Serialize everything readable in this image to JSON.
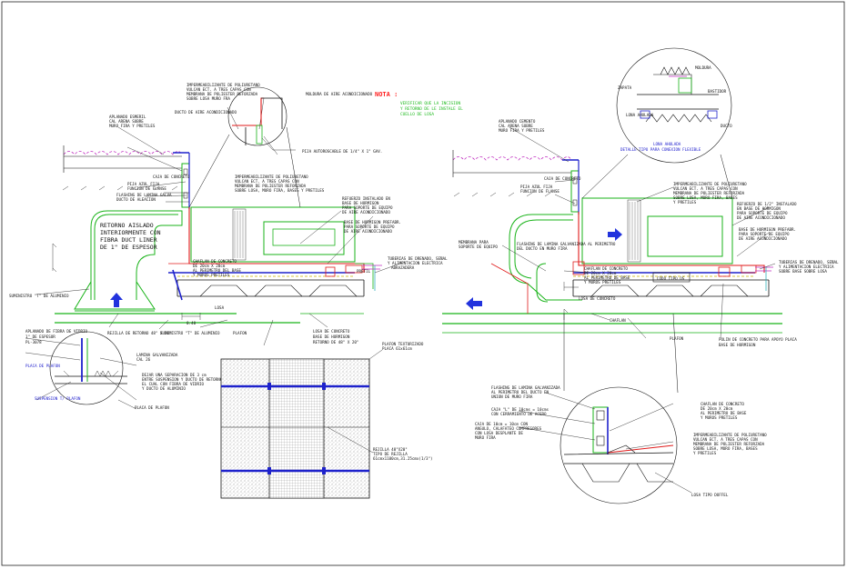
{
  "nota": {
    "title": "NOTA :",
    "lines": [
      "VERIFICAR QUE LA INCISION",
      "Y RETORNO DE LE INSTALE EL",
      "CUELLO DE LOSA"
    ]
  },
  "left_detail": {
    "labels": [
      "IMPERMEABILIZANTE DE POLIURETANO",
      "VULCAN ECT. A TRES CAPAS CON",
      "MEMBRANA DE POLIESTER REFORZADA",
      "SOBRE LOSA MURO FRA",
      "MOLDURA DE AIRE ACONDICIONADO",
      "APLANADO ESMERIL",
      "CAL ARENA SOBRE",
      "MURO FIRA Y PRETILES",
      "DUCTO DE AIRE ACONDICIONADO",
      "PIJA AUTOROSCABLE DE 1/4\" X 1\" GAV.",
      "IMPERMEABILIZANTE DE POLIURETANO",
      "VULCAN ECT. A TRES CAPAS CON",
      "MEMBRANA DE POLIESTER REFORZADA",
      "SOBRE LOSA, MURO FIRA, BASES Y PRETILES",
      "CAJA DE CONCRETO",
      "PIJA AZUL FIJA",
      "FUNCION DE FLANSE",
      "FLASHING DE LAMINA GALVA",
      "DUCTO DE ALEACION",
      "RETORNO AISLADO",
      "INTERIORMENTE CON",
      "FIBRA DUCT LINER",
      "DE 1\" DE ESPESOR",
      "REFUERZO INSTALADO EN",
      "BASE DE HORMIGON",
      "PARA SOPORTE DE EQUIPO",
      "DE AIRE ACONDICIONADO",
      "BASE DE HORMIGON PREFABR.",
      "PARA SOPORTE DE EQUIPO",
      "DE AIRE ACONDICIONADO",
      "TUBERIAS DE DRENADO, SEÑAL",
      "Y ALIMENTACION ELECTRICA",
      "CHAFLAN DE CONCRETO",
      "DE 20cm X 20cm",
      "AL PERIMETRO DEL BASE",
      "Y MUROS PRETILES",
      "SUMINISTRO \"T\" DE ALUMINIO",
      "PRETIL",
      "ABRAZADERA",
      "LOSA",
      "REJILLA DE RETORNO 48\" X 20\"",
      "SUMINISTRO \"T\" DE ALUMINIO",
      "PLAFON",
      "LOSA DE CONCRETO",
      "BASE DE HORMIGON",
      "RETORNO DE 48\" X 20\"",
      "APLANADO DE FIBRA DE VIDRIO",
      "1\" DE ESPESOR",
      "PL-3078",
      "LAMINA GALVANIZADA",
      "CAL 26",
      "DEJAR UNA SEPARACION DE 3 cm",
      "ENTRE SUSPENSION Y DUCTO DE RETORNO",
      "EL CUAL CON FIBRA DE VIDRIO",
      "Y DUCTO DE ALUMINIO",
      "PLACA DE PLAFON",
      "SUSPENSION T/ PLAFON",
      "PLACA DE PLAFON"
    ]
  },
  "plafon_panel": {
    "title_lines": [
      "PLAFON TEXTURIZADO",
      "PLACA 61x61cm"
    ],
    "grid_lines": [
      "REJILLA 48\"X20\"",
      "TIPO DE REJILLA",
      "61cmx1100cm,31.25cmx(1/3\")"
    ]
  },
  "right_detail": {
    "labels": [
      "APLANADO CEMENTO",
      "CAL ARENA SOBRE",
      "MURO FIRA Y PRETILES",
      "CAJA DE CONCRETO",
      "PIJA AZUL FIJA",
      "FUNCION DE FLANSE",
      "IMPERMEABILIZANTE DE POLIURETANO",
      "VULCAN ECT. A TRES CAPAS CON",
      "MEMBRANA DE POLIESTER REFORZADA",
      "SOBRE LOSA, MURO FIRA, BASES",
      "Y PRETILES",
      "REFUERZO DE 1/2\" INSTALADO",
      "EN BASE DE HORMIGON",
      "PARA SOPORTE DE EQUIPO",
      "DE AIRE ACONDICIONADO",
      "BASE DE HORMIGON PREFABR.",
      "PARA SOPORTE DE EQUIPO",
      "DE AIRE ACONDICIONADO",
      "TUBERIAS DE DRENADO, SEÑAL",
      "Y ALIMENTACION ELECTRICA",
      "SOBRE BASE SOBRE LOSA",
      "FLASHING DE LAMINA GALVANIZADA AL PERIMETRO",
      "DEL DUCTO EN MURO FIRA",
      "MEMBRANA PARA",
      "SOPORTE DE EQUIPO",
      "CHAFLAN DE CONCRETO",
      "DE 20cm X 20cm",
      "AL PERIMETRO DE BASE",
      "Y MUROS PRETILES",
      "CODO TIPO OS",
      "LOSA DE CONCRETO",
      "CHAFLAN",
      "PLAFON",
      "POLIN DE CONCRETO PARA APOYO PLACA",
      "BASE DE HORMIGON"
    ],
    "flex_detail": {
      "caption_lines": [
        "LONA AHULADA",
        "DETALLE TIPO PARA CONEXION FLEXIBLE"
      ],
      "labels": [
        "ZAPATA",
        "MOLDURA",
        "LONA AHULADA",
        "BASTIDOR",
        "DUCTO"
      ]
    },
    "bottom_zoom": {
      "labels": [
        "FLASHING DE LAMINA GALVANIZADA",
        "AL PERIMETRO DEL DUCTO EN",
        "UNION DE MURO FIRA",
        "CAJA \"L\" DE 10cms = 10cms",
        "CON CERRAMIENTO DE ACERO",
        "CAJA DE 10cm = 10cm CON",
        "ANGULO, CALAFATEO COMPRESORES",
        "CON LOSA DESPLANTE DE",
        "MURO FIRA",
        "CHAFLAN DE CONCRETO",
        "DE 20cm X 20cm",
        "AL PERIMETRO DE BASE",
        "Y MUROS PRETILES",
        "IMPERMEABILIZANTE DE POLIURETANO",
        "VULCAN ECT. A TRES CAPAS CON",
        "MEMBRANA DE POLIESTER REFORZADA",
        "SOBRE LOSA, MURO FIRA, BASES",
        "Y PRETILES",
        "LOSA TIPO DOFFEL"
      ]
    }
  }
}
